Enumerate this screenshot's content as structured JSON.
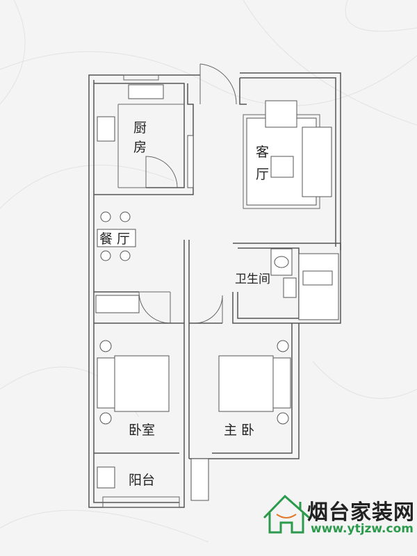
{
  "rooms": {
    "kitchen": [
      "厨",
      "房"
    ],
    "living_room": [
      "客",
      "厅"
    ],
    "dining_room": "餐 厅",
    "bathroom": "卫生间",
    "bedroom": "卧室",
    "master_bedroom": "主 卧",
    "balcony": "阳台"
  },
  "logo": {
    "name": "烟台家装网",
    "url": "www.ytjzw.com",
    "color": "#2c9a4c",
    "smile_color": "#e07a2c"
  }
}
